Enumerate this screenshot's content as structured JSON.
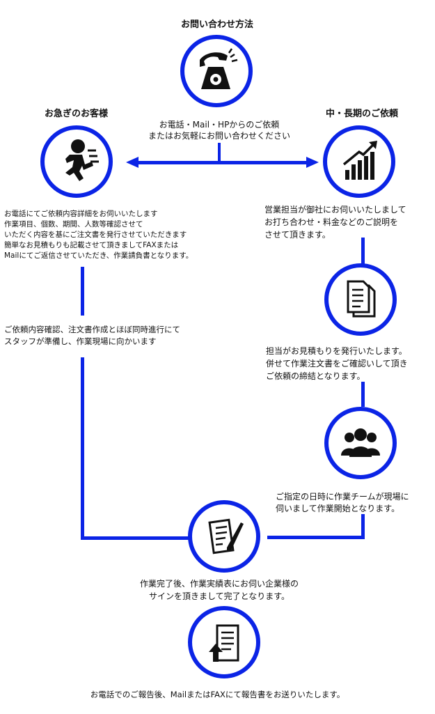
{
  "header": {
    "title": "お問い合わせ方法"
  },
  "top_caption": {
    "line1": "お電話・Mail・HPからのご依頼",
    "line2": "またはお気軽にお問い合わせください"
  },
  "left_branch": {
    "title": "お急ぎのお客様",
    "step1": [
      "お電話にてご依頼内容詳細をお伺いいたします",
      "作業項目、個数、期間、人数等確認させて",
      "いただく内容を基にご注文書を発行させていただきます",
      "簡単なお見積もりも記載させて頂きましてFAXまたは",
      "Mailにてご返信させていただき、作業請負書となります。"
    ],
    "step2": [
      "ご依頼内容確認、注文書作成とほぼ同時進行にて",
      "スタッフが準備し、作業現場に向かいます"
    ]
  },
  "right_branch": {
    "title": "中・長期のご依頼",
    "step1": [
      "営業担当が御社にお伺いいたしまして",
      "お打ち合わせ・料金などのご説明を",
      "させて頂きます。"
    ],
    "step2": [
      "担当がお見積もりを発行いたします。",
      "併せて作業注文書をご確認いして頂き",
      "ご依頼の締結となります。"
    ],
    "step3": [
      "ご指定の日時に作業チームが現場に",
      "伺いまして作業開始となります。"
    ]
  },
  "completion": {
    "line1": "作業完了後、作業実績表にお伺い企業様の",
    "line2": "サインを頂きまして完了となります。"
  },
  "report": {
    "line1": "お電話でのご報告後、MailまたはFAXにて報告書をお送りいたします。"
  },
  "colors": {
    "accent": "#0b24e6",
    "icon": "#111111"
  },
  "icons": {
    "contact": "telephone-icon",
    "urgent": "running-person-icon",
    "long_term": "growth-chart-icon",
    "estimate": "documents-icon",
    "team": "team-icon",
    "completion": "signing-document-icon",
    "report": "report-upload-icon"
  }
}
